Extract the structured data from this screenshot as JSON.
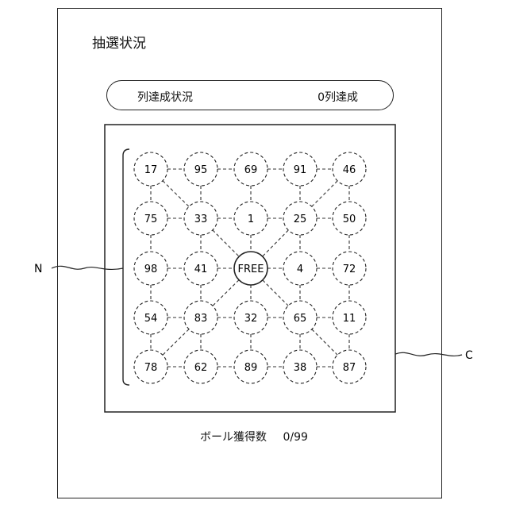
{
  "screen": {
    "title": "抽選状況"
  },
  "line_status": {
    "label": "列達成状況",
    "value": "0列達成"
  },
  "bingo_card": {
    "rows": [
      [
        "17",
        "95",
        "69",
        "91",
        "46"
      ],
      [
        "75",
        "33",
        "1",
        "25",
        "50"
      ],
      [
        "98",
        "41",
        "FREE",
        "4",
        "72"
      ],
      [
        "54",
        "83",
        "32",
        "65",
        "11"
      ],
      [
        "78",
        "62",
        "89",
        "38",
        "87"
      ]
    ],
    "free_cell": "FREE"
  },
  "footer": {
    "label": "ボール獲得数",
    "value": "0/99"
  },
  "callouts": {
    "left": "N",
    "right": "C"
  }
}
